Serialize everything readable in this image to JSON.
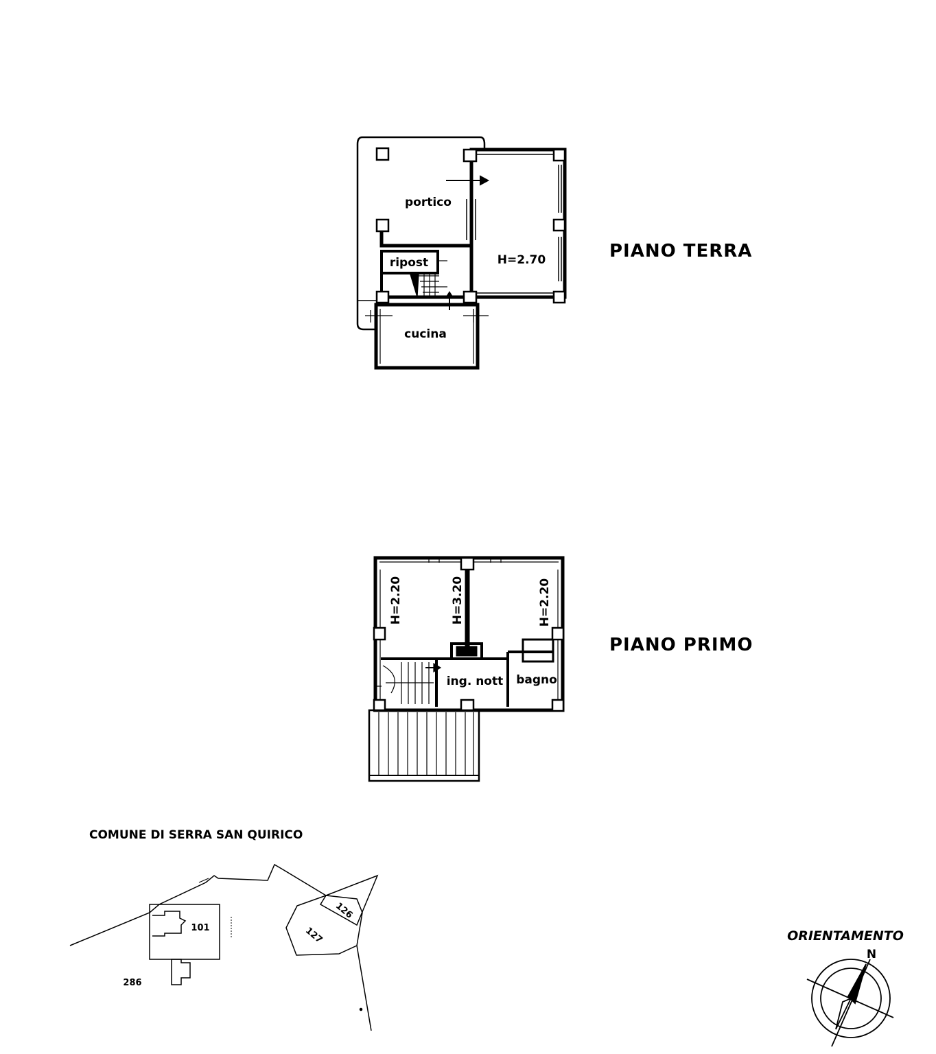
{
  "colors": {
    "ink": "#000000",
    "paper": "#ffffff"
  },
  "ground_floor": {
    "title": "PIANO TERRA",
    "rooms": {
      "portico": "portico",
      "storage": "ripost",
      "living_height": "H=2.70",
      "kitchen": "cucina"
    }
  },
  "first_floor": {
    "title": "PIANO PRIMO",
    "rooms": {
      "left_height": "H=2.20",
      "center_height": "H=3.20",
      "right_height": "H=2.20",
      "entrance": "ing. nott",
      "bathroom": "bagno"
    }
  },
  "cadastral": {
    "title": "COMUNE DI SERRA SAN QUIRICO",
    "parcels": [
      "101",
      "127",
      "126",
      "286"
    ]
  },
  "orientation": {
    "label": "ORIENTAMENTO",
    "north": "N"
  }
}
